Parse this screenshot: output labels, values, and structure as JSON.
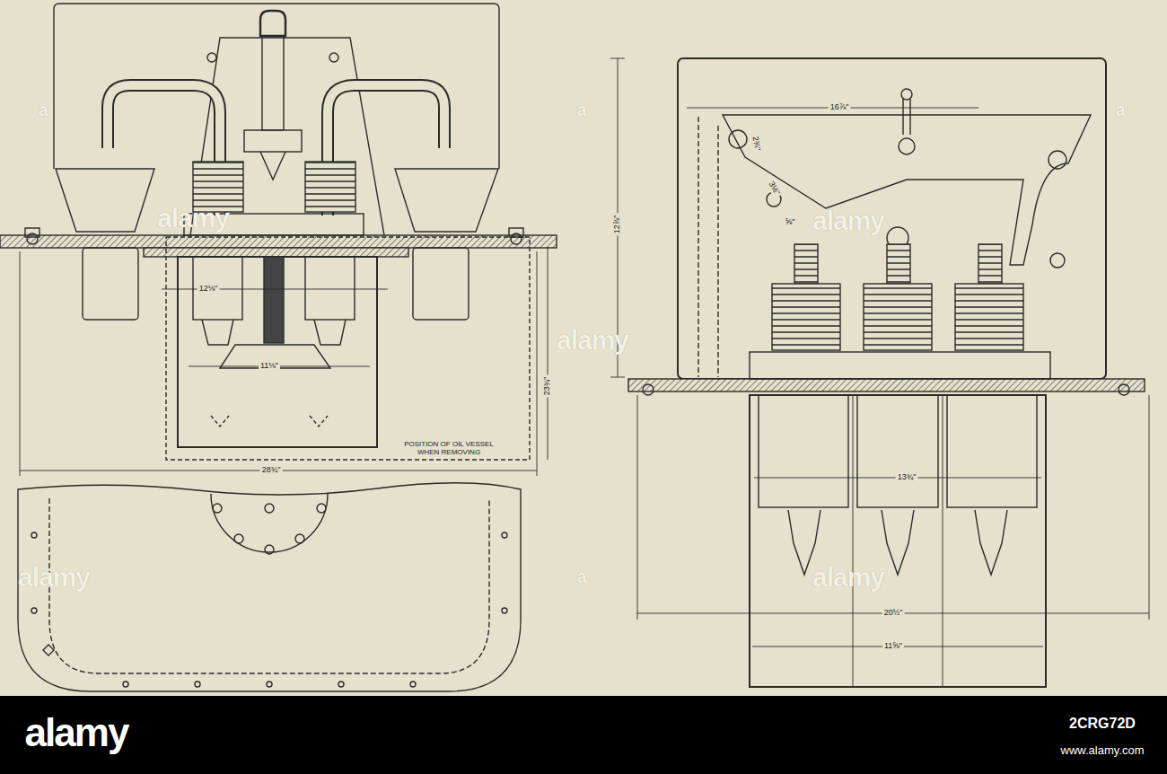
{
  "diagram": {
    "labels": [
      "12⅛\"",
      "11⅛\"",
      "28¾\"",
      "23¾\"",
      "POSITION OF OIL VESSEL WHEN REMOVING",
      "16⅞\"",
      "2¾\"",
      "3½\"",
      "⅝\"",
      "12⅞\"",
      "13¾\"",
      "20½\"",
      "11⅝\"",
      "alamy",
      "2CRG72D",
      "www.alamy.com",
      "alamy",
      "alamy",
      "alamy",
      "alamy",
      "alamy",
      "a",
      "a",
      "a",
      "a"
    ]
  }
}
